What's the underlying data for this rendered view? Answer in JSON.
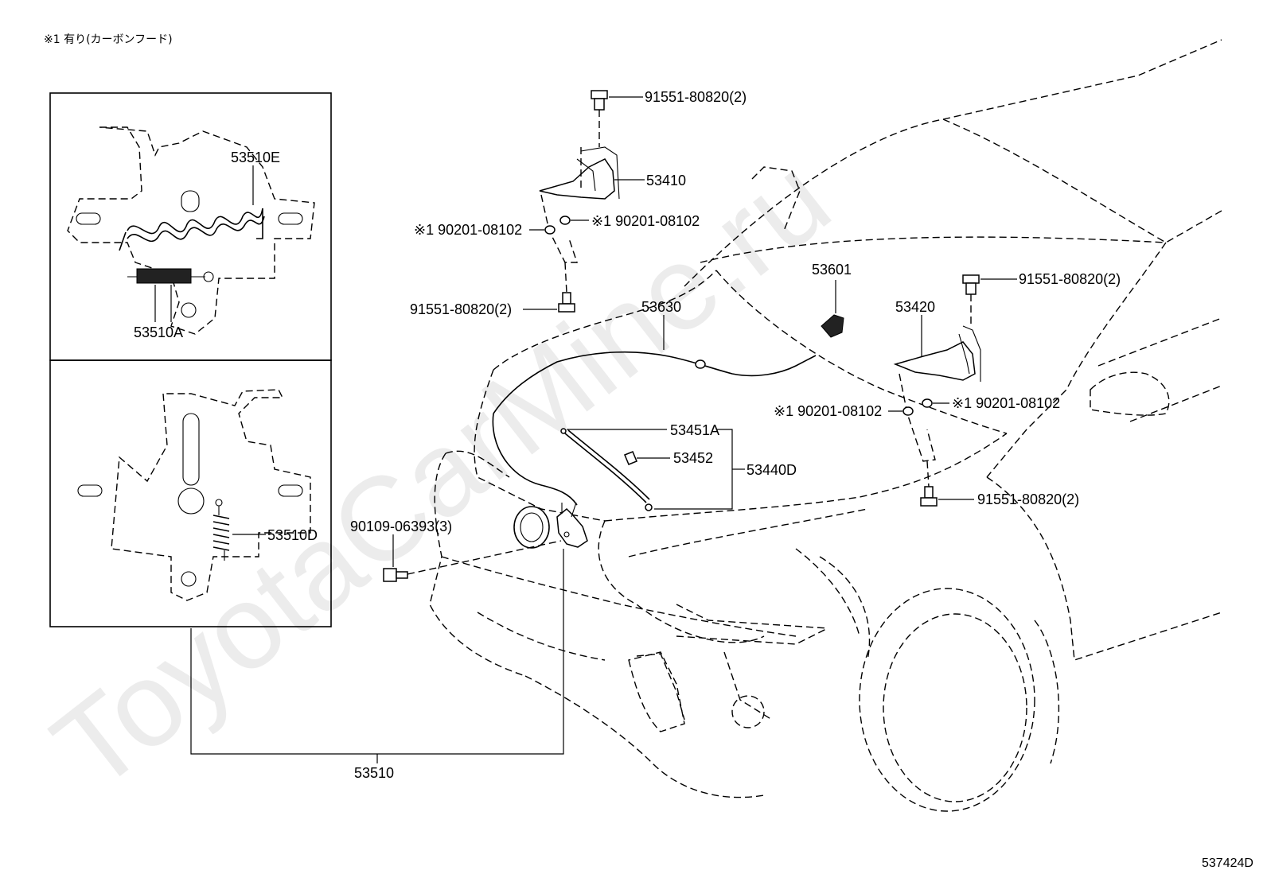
{
  "note": "※1 有り(カーボンフード)",
  "footer_code": "537424D",
  "watermark": "ToyotaCarMine.ru",
  "labels": {
    "p53510E": "53510E",
    "p53510A": "53510A",
    "p53510D": "53510D",
    "p53510": "53510",
    "p53410": "53410",
    "p53420": "53420",
    "p53601": "53601",
    "p53630": "53630",
    "p53451A": "53451A",
    "p53452": "53452",
    "p53440D": "53440D",
    "bolt_hinge_top_l": "91551-80820(2)",
    "bolt_hinge_bot_l": "91551-80820(2)",
    "bolt_hinge_top_r": "91551-80820(2)",
    "bolt_hinge_bot_r": "91551-80820(2)",
    "washer_l_a": "※1 90201-08102",
    "washer_l_b": "※1 90201-08102",
    "washer_r_a": "※1 90201-08102",
    "washer_r_b": "※1 90201-08102",
    "bolt_lock": "90109-06393(3)"
  }
}
